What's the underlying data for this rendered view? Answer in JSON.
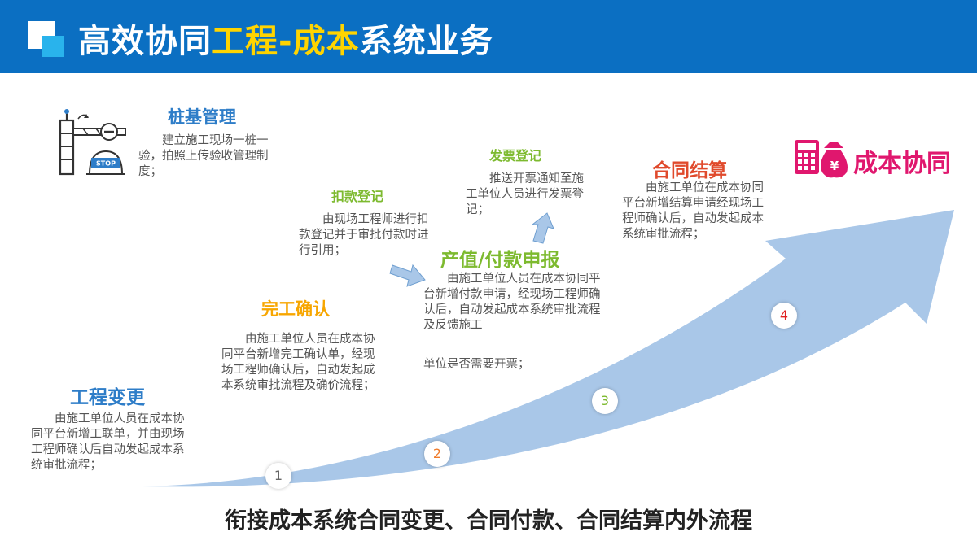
{
  "header": {
    "title_part1": "高效协同",
    "title_part2": "工程-成本",
    "title_part3": "系统业务"
  },
  "sections": {
    "pile": {
      "title": "桩基管理",
      "desc": "建立施工现场一桩一验，拍照上传验收管理制度；"
    },
    "change": {
      "title": "工程变更",
      "desc": "由施工单位人员在成本协同平台新增工联单，并由现场工程师确认后自动发起成本系统审批流程；"
    },
    "completion": {
      "title": "完工确认",
      "desc": "由施工单位人员在成本协同平台新增完工确认单，经现场工程师确认后，自动发起成本系统审批流程及确价流程；"
    },
    "deduction": {
      "title": "扣款登记",
      "desc": "由现场工程师进行扣款登记并于审批付款时进行引用；"
    },
    "invoice": {
      "title": "发票登记",
      "desc": "推送开票通知至施工单位人员进行发票登记；"
    },
    "payment": {
      "title": "产值/付款申报",
      "desc": "由施工单位人员在成本协同平台新增付款申请，经现场工程师确认后，自动发起成本系统审批流程及反馈施工",
      "desc2": "单位是否需要开票；"
    },
    "settlement": {
      "title": "合同结算",
      "desc": "由施工单位在成本协同平台新增结算申请经现场工程师确认后，自动发起成本系统审批流程；"
    },
    "cost": {
      "title": "成本协同"
    }
  },
  "steps": [
    "1",
    "2",
    "3",
    "4"
  ],
  "bottom_text": "衔接成本系统合同变更、合同付款、合同结算内外流程",
  "stop_sign_text": "STOP",
  "colors": {
    "header_bg": "#0b6fc2",
    "title_highlight": "#ffd400",
    "blue_title": "#2e7dc8",
    "orange_title": "#f7a600",
    "green_title": "#7dba2f",
    "red_title": "#e04a2c",
    "magenta": "#e0176e",
    "arrow": "#a9c7e8"
  },
  "icons": {
    "pile": "barrier-gate-icon",
    "cost": "calculator-money-bag-icon"
  }
}
